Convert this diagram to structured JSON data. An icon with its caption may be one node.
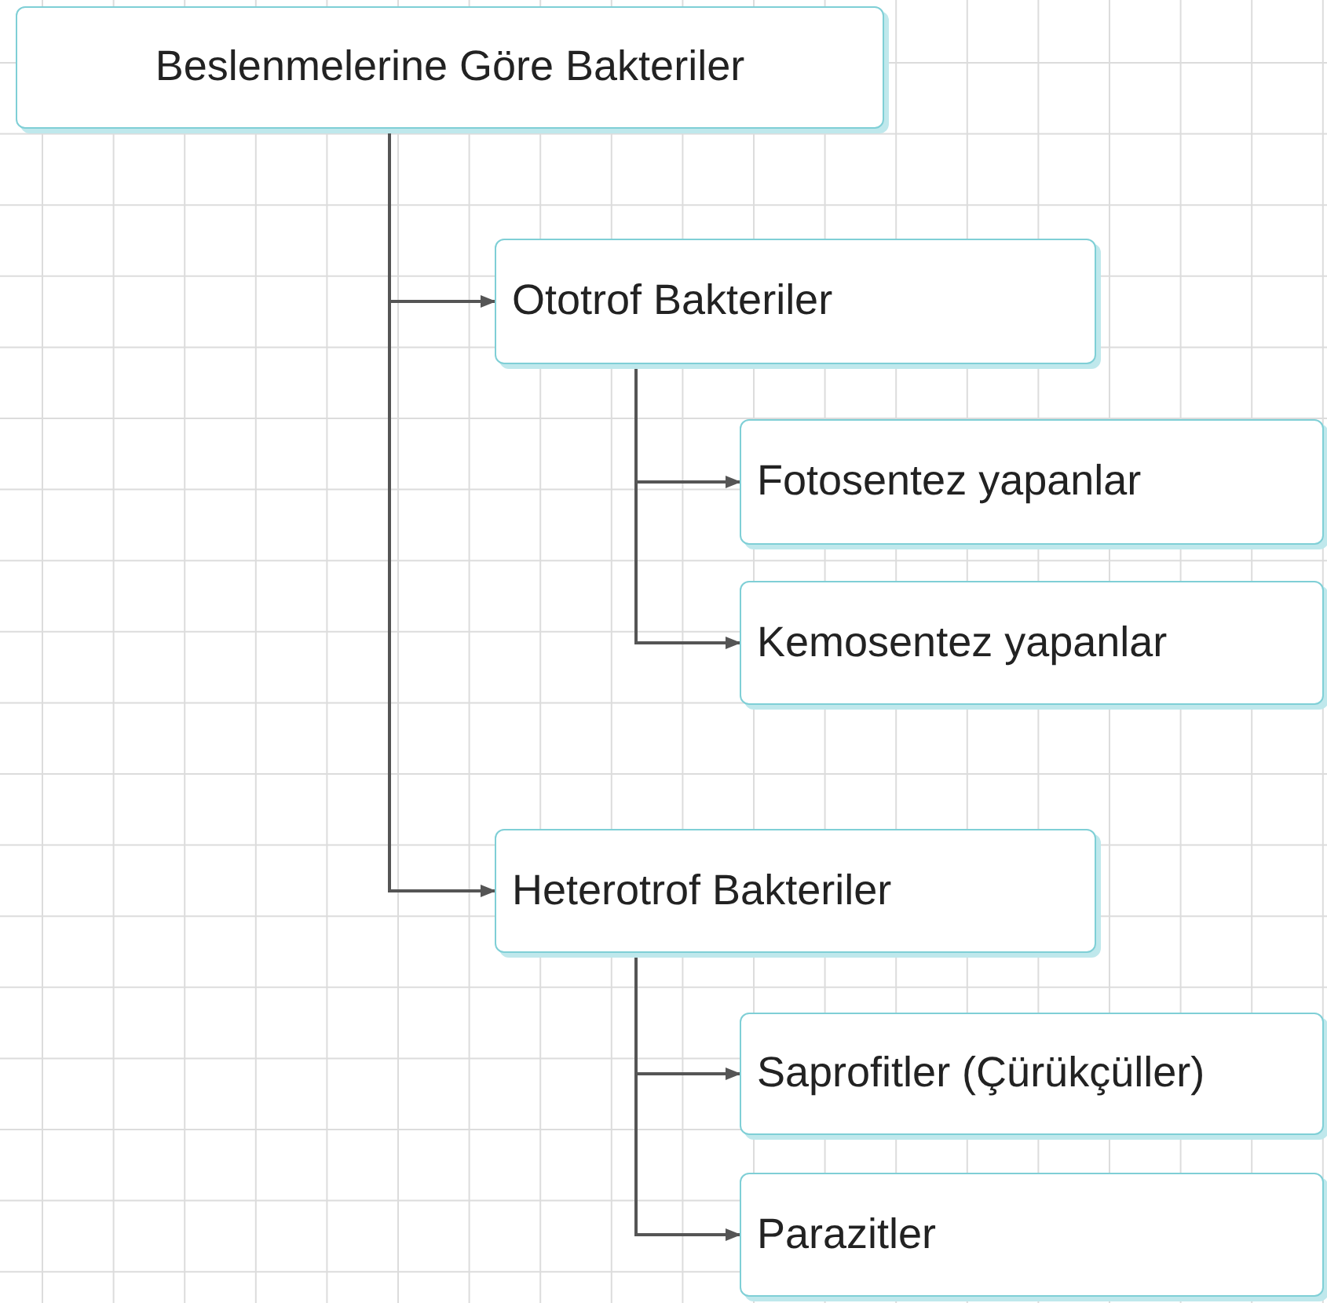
{
  "diagram": {
    "nodes": [
      {
        "text": [
          "Beslenmelerine Göre Bakteriler"
        ]
      },
      {
        "text": [
          "Ototrof Bakteriler"
        ]
      },
      {
        "text": [
          "Fotosentez yapanlar"
        ]
      },
      {
        "text": [
          "Kemosentez yapanlar"
        ]
      },
      {
        "text": [
          "Heterotrof Bakteriler"
        ]
      },
      {
        "text": [
          "Saprofitler (Çürükçüller)"
        ]
      },
      {
        "text": [
          "Parazitler"
        ]
      }
    ],
    "edges": [
      {
        "from": 0,
        "to": 1,
        "arrow": "to"
      },
      {
        "from": 1,
        "to": 2,
        "arrow": "to"
      },
      {
        "from": 1,
        "to": 3,
        "arrow": "to"
      },
      {
        "from": 0,
        "to": 4,
        "arrow": "to"
      },
      {
        "from": 4,
        "to": 5,
        "arrow": "to"
      },
      {
        "from": 4,
        "to": 6,
        "arrow": "to"
      }
    ]
  }
}
